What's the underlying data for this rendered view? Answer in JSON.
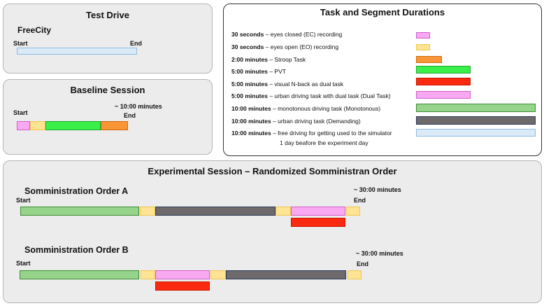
{
  "test_drive": {
    "title": "Test Drive",
    "route": "FreeCity",
    "start_label": "Start",
    "end_label": "End"
  },
  "baseline": {
    "title": "Baseline Session",
    "start_label": "Start",
    "end_label": "End",
    "duration": "~ 10:00 minutes"
  },
  "legend": {
    "title": "Task and Segment Durations",
    "rows": [
      {
        "duration": "30 seconds",
        "sep": " – ",
        "desc": "eyes closed (EC) recording",
        "color": "pink"
      },
      {
        "duration": "30 seconds",
        "sep": " – ",
        "desc": "eyes open (EO) recording",
        "color": "yellow"
      },
      {
        "duration": "2:00 minutes",
        "sep": " –  ",
        "desc": "Stroop Task",
        "color": "orange"
      },
      {
        "duration": "5:00 minutes",
        "sep": " – ",
        "desc": "PVT",
        "color": "lgreen"
      },
      {
        "duration": "5:00 minutes",
        "sep": " – ",
        "desc": "visual N-back as dual task",
        "color": "red"
      },
      {
        "duration": "5:00 minutes",
        "sep": " – ",
        "desc": "urban driving task with dual task (Dual Task)",
        "color": "pink"
      },
      {
        "duration": "10:00 minutes",
        "sep": " – ",
        "desc": "monotonous driving task (Monotonous)",
        "color": "mgreen"
      },
      {
        "duration": "10:00 minutes",
        "sep": " – ",
        "desc": "urban driving task (Demanding)",
        "color": "dgray"
      },
      {
        "duration": "10:00 minutes",
        "sep": " – ",
        "desc": "free driving for getting used to the simulator",
        "color": "lblue"
      }
    ],
    "note": "1 day beafore the experiment day"
  },
  "experimental": {
    "title": "Experimental Session – Randomized Somministran Order",
    "order_a": {
      "title": "Somministration Order A",
      "start_label": "Start",
      "end_label": "End",
      "duration": "~  30:00 minutes"
    },
    "order_b": {
      "title": "Somministration Order B",
      "start_label": "Start",
      "end_label": "End",
      "duration": "~  30:00 minutes"
    }
  }
}
